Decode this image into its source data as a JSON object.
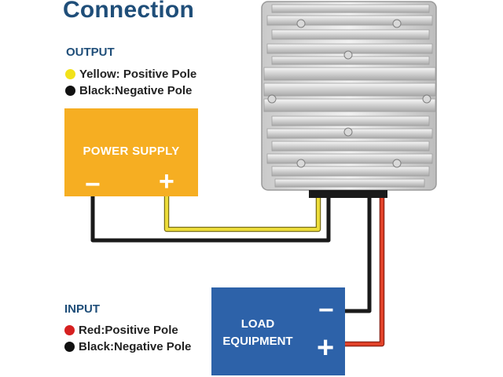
{
  "title": "Connection",
  "output": {
    "heading": "OUTPUT",
    "legend": [
      {
        "color": "#f2e21a",
        "text": "Yellow: Positive Pole"
      },
      {
        "color": "#111111",
        "text": "Black:Negative Pole"
      }
    ]
  },
  "input": {
    "heading": "INPUT",
    "legend": [
      {
        "color": "#d62020",
        "text": "Red:Positive Pole"
      },
      {
        "color": "#111111",
        "text": "Black:Negative Pole"
      }
    ]
  },
  "power_supply": {
    "label": "POWER SUPPLY",
    "minus": "−",
    "plus": "+",
    "color": "#f6ae22"
  },
  "load": {
    "label": "LOAD EQUIPMENT",
    "minus": "−",
    "plus": "+",
    "color": "#2d62a9"
  },
  "wire_colors": {
    "yellow": "#ecdc3a",
    "black": "#1a1a1a",
    "red": "#e2432a"
  }
}
